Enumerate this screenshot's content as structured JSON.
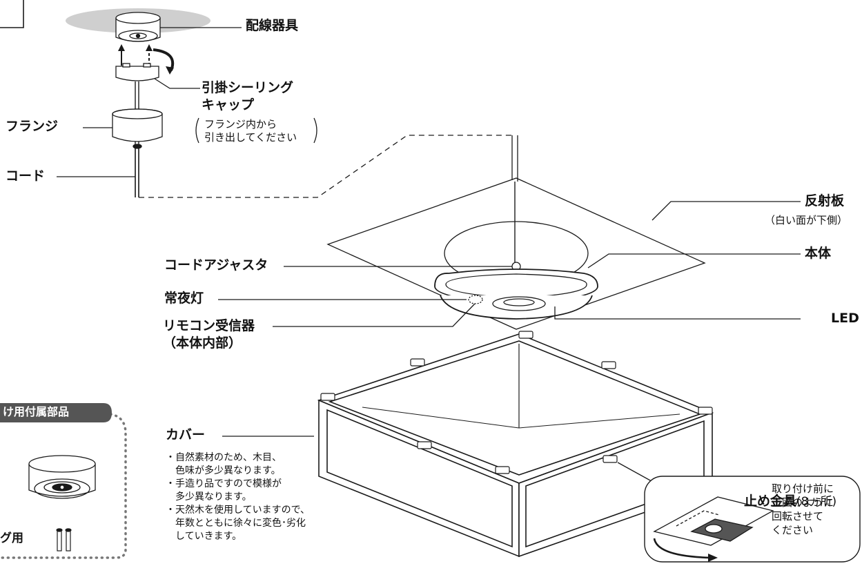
{
  "labels": {
    "wiring_fixture": "配線器具",
    "hook_cap_line1": "引掛シーリング",
    "hook_cap_line2": "キャップ",
    "hook_cap_note_line1": "フランジ内から",
    "hook_cap_note_line2": "引き出してください",
    "flange": "フランジ",
    "cord": "コード",
    "reflector": "反射板",
    "reflector_note": "（白い面が下側）",
    "main_body": "本体",
    "cord_adjuster": "コードアジャスタ",
    "night_light": "常夜灯",
    "remote_receiver": "リモコン受信器",
    "remote_receiver_note": "（本体内部）",
    "led": "LED",
    "cover": "カバー",
    "stopper_prefix": "止め金具",
    "stopper_suffix": "(8ヵ所)"
  },
  "cover_notes": [
    "・自然素材のため、木目、",
    "　色味が多少異なります。",
    "・手造り品ですので模様が",
    "　多少異なります。",
    "・天然木を使用していますので、",
    "　年数とともに徐々に変色･劣化",
    "　していきます。"
  ],
  "parts_box": {
    "title": "け用付属部品",
    "label": "グ用"
  },
  "rotate_note": [
    "取り付け前に",
    "上図のように",
    "回転させて",
    "ください"
  ],
  "colors": {
    "line": "#1a1a1a",
    "ceiling_gray": "#cfcfcf",
    "tag_gray": "#555555",
    "dot": "#777777"
  }
}
